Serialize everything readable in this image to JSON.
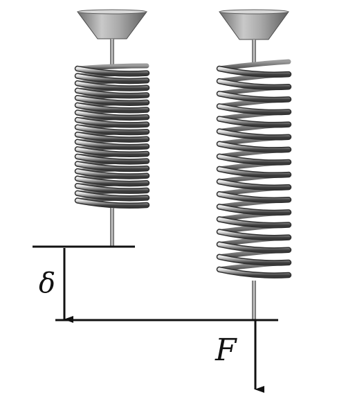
{
  "labels": {
    "displacement": "δ",
    "force": "F"
  },
  "springs": {
    "left": {
      "coil_turns": 19,
      "state": "unstretched"
    },
    "right": {
      "coil_turns": 17,
      "state": "stretched"
    }
  },
  "colors": {
    "line": "#111111",
    "mount": "#8f8f8f",
    "coil_dark": "#3e3e3e",
    "coil_mid": "#8a8a8a",
    "coil_light": "#dcdcdc"
  }
}
